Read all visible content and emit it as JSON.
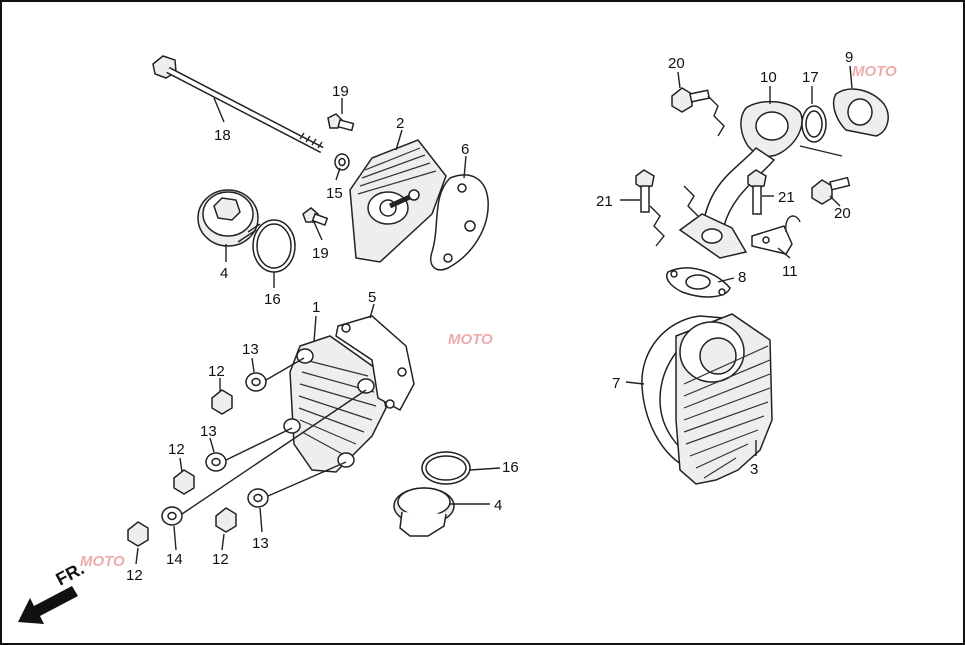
{
  "diagram": {
    "callouts": [
      {
        "id": "c-18a",
        "text": "18"
      },
      {
        "id": "c-19a",
        "text": "19"
      },
      {
        "id": "c-2",
        "text": "2"
      },
      {
        "id": "c-6",
        "text": "6"
      },
      {
        "id": "c-15",
        "text": "15"
      },
      {
        "id": "c-19b",
        "text": "19"
      },
      {
        "id": "c-4a",
        "text": "4"
      },
      {
        "id": "c-16a",
        "text": "16"
      },
      {
        "id": "c-1",
        "text": "1"
      },
      {
        "id": "c-5",
        "text": "5"
      },
      {
        "id": "c-13a",
        "text": "13"
      },
      {
        "id": "c-12a",
        "text": "12"
      },
      {
        "id": "c-13b",
        "text": "13"
      },
      {
        "id": "c-12b",
        "text": "12"
      },
      {
        "id": "c-16b",
        "text": "16"
      },
      {
        "id": "c-4b",
        "text": "4"
      },
      {
        "id": "c-12c",
        "text": "12"
      },
      {
        "id": "c-14",
        "text": "14"
      },
      {
        "id": "c-12d",
        "text": "12"
      },
      {
        "id": "c-13c",
        "text": "13"
      },
      {
        "id": "c-20a",
        "text": "20"
      },
      {
        "id": "c-10",
        "text": "10"
      },
      {
        "id": "c-17",
        "text": "17"
      },
      {
        "id": "c-9",
        "text": "9"
      },
      {
        "id": "c-21a",
        "text": "21"
      },
      {
        "id": "c-21b",
        "text": "21"
      },
      {
        "id": "c-20b",
        "text": "20"
      },
      {
        "id": "c-11",
        "text": "11"
      },
      {
        "id": "c-8",
        "text": "8"
      },
      {
        "id": "c-7",
        "text": "7"
      },
      {
        "id": "c-3",
        "text": "3"
      }
    ],
    "front_marker": "FR.",
    "watermark": "MOTO"
  }
}
